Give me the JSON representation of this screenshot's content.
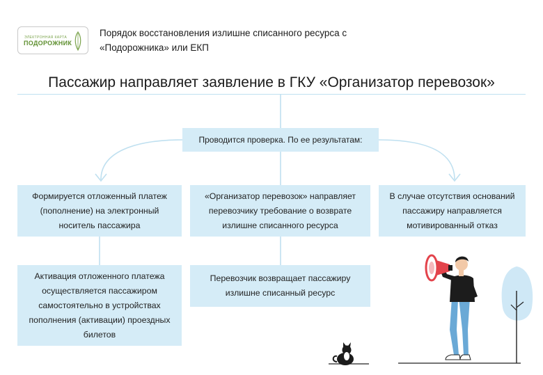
{
  "logo": {
    "top_text": "ЭЛЕКТРОННАЯ КАРТА",
    "main_text": "ПОДОРОЖНИК",
    "colors": {
      "text": "#5e8f2f",
      "leaf": "#7aa34b",
      "border": "#c9c9c9"
    }
  },
  "header": {
    "title": "Порядок восстановления излишне списанного ресурса с «Подорожника» или ЕКП"
  },
  "main_title": "Пассажир направляет заявление в ГКУ «Организатор перевозок»",
  "flow": {
    "check": "Проводится проверка. По ее результатам:",
    "outcomes": [
      "Формируется отложенный платеж (пополнение) на электронный носитель пассажира",
      "«Организатор перевозок» направляет перевозчику требование о возврате излишне списанного ресурса",
      "В случае отсутствия оснований пассажиру направляется мотивированный отказ"
    ],
    "next_steps": [
      "Активация отложенного платежа осуществляется пассажиром самостоятельно в устройствах пополнения (активации) проездных билетов",
      "Перевозчик возвращает пассажиру излишне списанный ресурс"
    ]
  },
  "colors": {
    "box_fill": "#d5ecf7",
    "connector": "#bfe0f0",
    "text": "#1b1b1b",
    "megaphone": "#e3434b",
    "shirt": "#1c1c1c",
    "jeans": "#6aa9d6",
    "tree": "#cfe8f6"
  },
  "illustration": {
    "icons": [
      "megaphone-icon",
      "person-figure",
      "cat-figure",
      "tree-figure"
    ]
  }
}
